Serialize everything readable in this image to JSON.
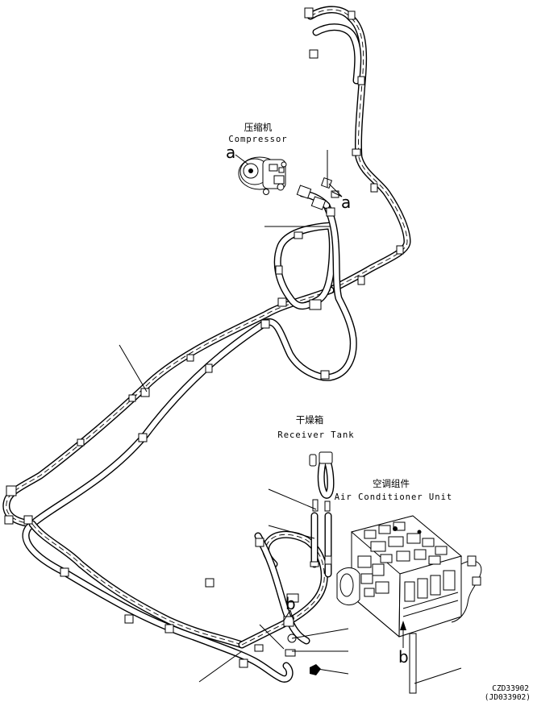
{
  "labels": {
    "compressor_cn": "压缩机",
    "compressor_en": "Compressor",
    "receiver_cn": "干燥箱",
    "receiver_en": "Receiver Tank",
    "ac_cn": "空调组件",
    "ac_en": "Air Conditioner Unit",
    "marker_a": "a",
    "marker_b": "b"
  },
  "drawing_numbers": {
    "primary": "CZD33902",
    "secondary": "(JD033902)"
  }
}
